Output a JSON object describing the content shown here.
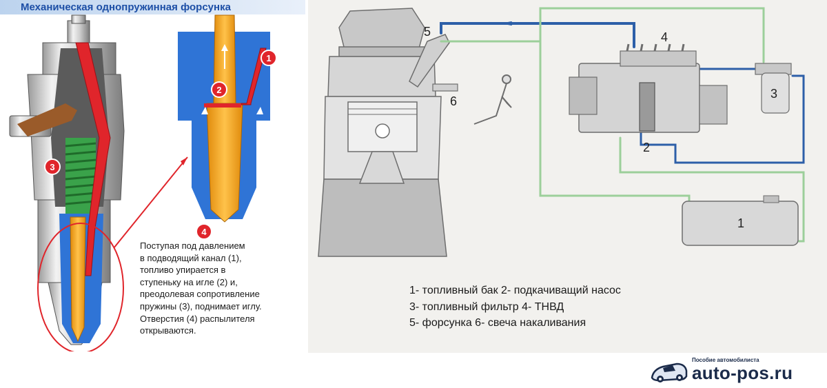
{
  "left": {
    "title": "Механическая однопружинная форсунка",
    "markers": [
      "1",
      "2",
      "3",
      "4"
    ],
    "caption_lines": [
      "Поступая под давлением",
      "в подводящий канал (1),",
      "топливо упирается в",
      "ступеньку на игле (2) и,",
      "преодолевая сопротивление",
      "пружины (3), поднимает иглу.",
      "Отверстия (4)  распылителя",
      "открываются."
    ]
  },
  "right": {
    "labels": [
      "1",
      "2",
      "3",
      "4",
      "5",
      "6"
    ],
    "legend_lines": [
      "1- топливный бак   2- подкачиващий насос",
      "3- топливный фильтр  4- ТНВД",
      "5- форсунка   6- свеча накаливания"
    ]
  },
  "logo": {
    "subtitle": "Пособие автомобилиста",
    "text": "auto-pos.ru"
  },
  "colors": {
    "fuel_yellow": "#f2a81d",
    "pressure_red": "#e0252b",
    "housing_blue": "#2f74d6",
    "spring_green": "#3aa24a",
    "fuel_line_blue": "#2d5fa8",
    "return_line_green": "#9ccf9a",
    "title_blue": "#1d4fa6"
  }
}
